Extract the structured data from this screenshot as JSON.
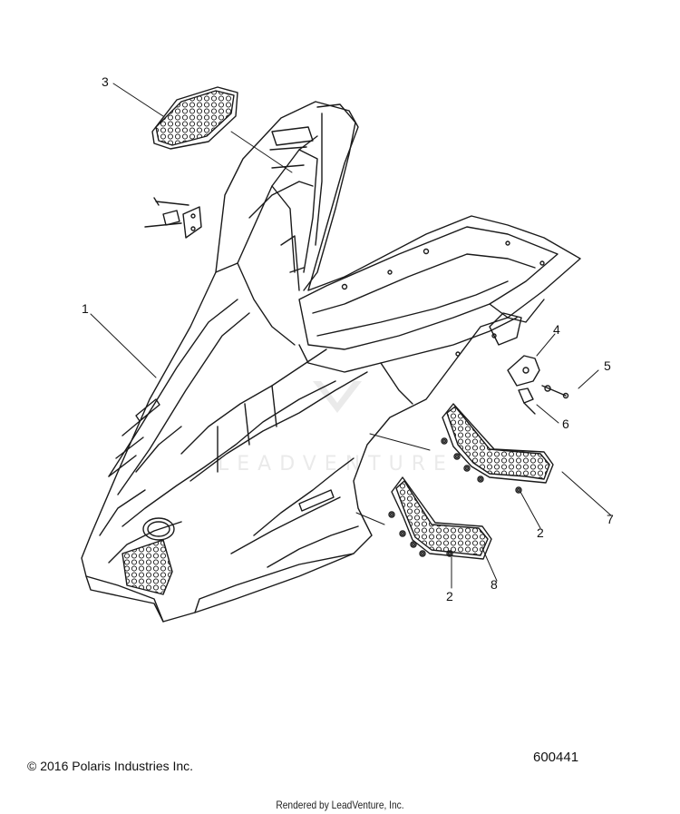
{
  "callouts": [
    {
      "id": "c1",
      "label": "1"
    },
    {
      "id": "c2a",
      "label": "2"
    },
    {
      "id": "c2b",
      "label": "2"
    },
    {
      "id": "c3",
      "label": "3"
    },
    {
      "id": "c4",
      "label": "4"
    },
    {
      "id": "c5",
      "label": "5"
    },
    {
      "id": "c6",
      "label": "6"
    },
    {
      "id": "c7",
      "label": "7"
    },
    {
      "id": "c8",
      "label": "8"
    }
  ],
  "copyright": "© 2016 Polaris Industries Inc.",
  "figure_number": "600441",
  "rendered_by": "Rendered by LeadVenture, Inc.",
  "watermark": "LEADVENTURE",
  "colors": {
    "line": "#1a1a1a",
    "watermark": "#d9d9d9",
    "background": "#ffffff"
  }
}
